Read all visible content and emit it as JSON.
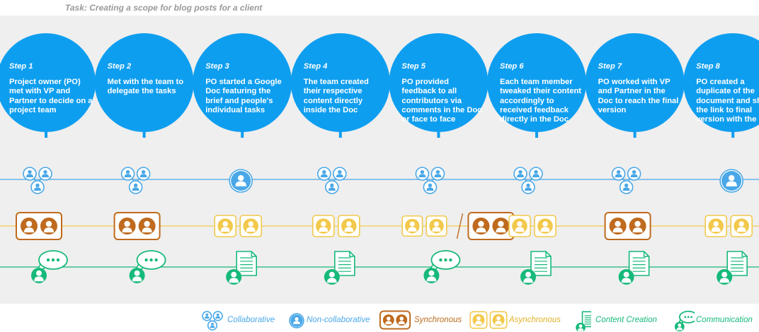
{
  "task_title": "Task: Creating a scope for blog posts for a client",
  "steps": [
    {
      "label": "Step 1",
      "text": "Project owner (PO) met with VP and Partner to decide on a project team",
      "collab": "collaborative",
      "sync": "synchronous",
      "activity": "communication"
    },
    {
      "label": "Step 2",
      "text": "Met with the team to delegate the tasks",
      "collab": "collaborative",
      "sync": "synchronous",
      "activity": "communication"
    },
    {
      "label": "Step 3",
      "text": "PO started a Google Doc featuring the brief and people's individual tasks",
      "collab": "non-collaborative",
      "sync": "asynchronous",
      "activity": "content-creation"
    },
    {
      "label": "Step 4",
      "text": "The team created their respective content directly inside the Doc",
      "collab": "collaborative",
      "sync": "asynchronous",
      "activity": "content-creation"
    },
    {
      "label": "Step 5",
      "text": "PO provided feedback to all contributors via comments in the Doc or face to face",
      "collab": "collaborative",
      "sync": "asynchronous-or-synchronous",
      "activity": "communication"
    },
    {
      "label": "Step 6",
      "text": "Each team member tweaked their content accordingly to received feedback directly in the Doc",
      "collab": "collaborative",
      "sync": "asynchronous",
      "activity": "content-creation"
    },
    {
      "label": "Step 7",
      "text": "PO worked with VP and Partner in the Doc to reach the final version",
      "collab": "collaborative",
      "sync": "synchronous",
      "activity": "content-creation"
    },
    {
      "label": "Step 8",
      "text": "PO created a duplicate of the document and shared the link to final version with the client",
      "collab": "non-collaborative",
      "sync": "asynchronous",
      "activity": "content-creation"
    }
  ],
  "legend": {
    "collaborative": "Collaborative",
    "non_collaborative": "Non-collaborative",
    "synchronous": "Synchronous",
    "asynchronous": "Asynchronous",
    "content_creation": "Content Creation",
    "communication": "Communication"
  },
  "colors": {
    "blue": "#0e9ef0",
    "light_blue": "#4aa8e8",
    "sync_orange": "#bf6a1e",
    "async_yellow": "#f2c94c",
    "green": "#16b97a",
    "band": "#efefef"
  }
}
